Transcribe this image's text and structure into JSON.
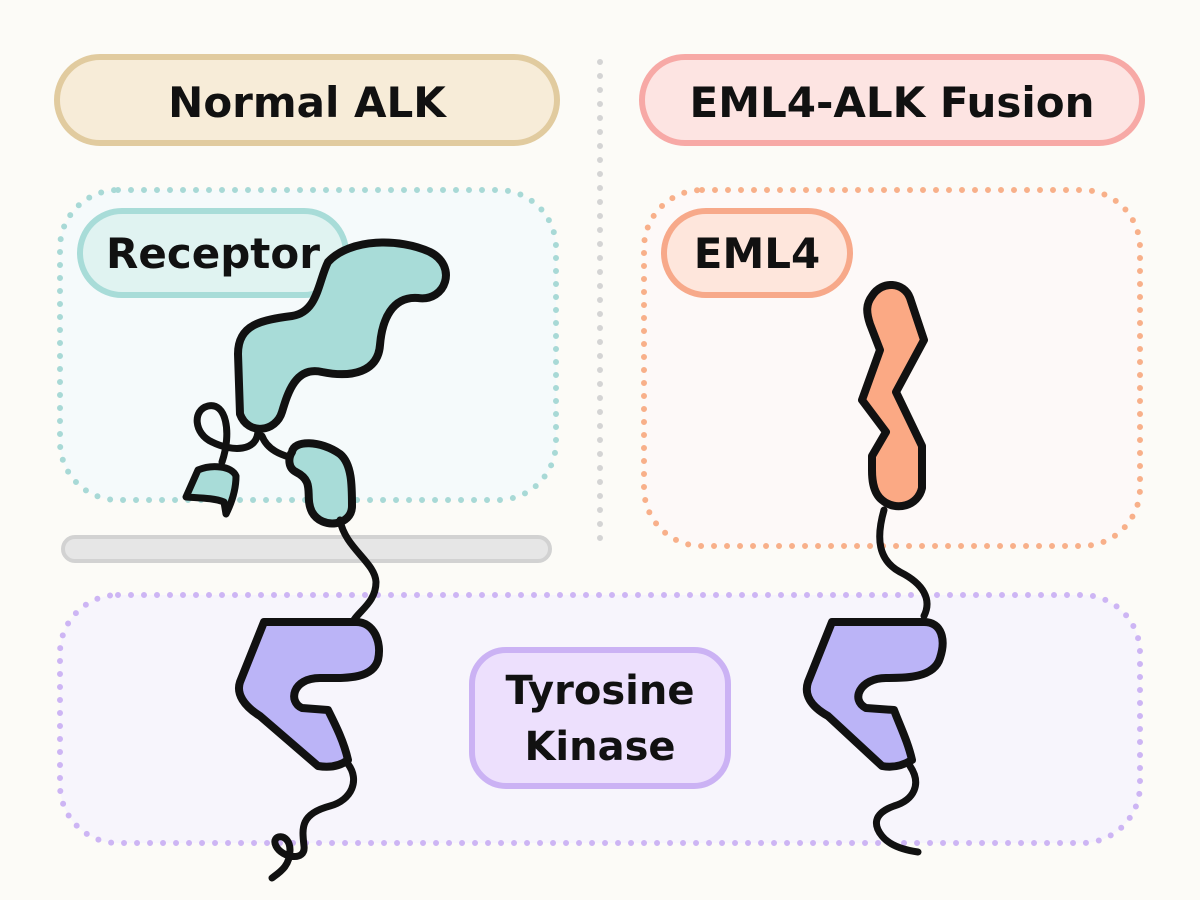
{
  "titles": {
    "normal": "Normal ALK",
    "fusion": "EML4-ALK Fusion"
  },
  "labels": {
    "receptor": "Receptor",
    "eml4": "EML4",
    "kinase_line1": "Tyrosine",
    "kinase_line2": "Kinase"
  },
  "colors": {
    "background": "#fcfbf7",
    "normal_title_fill": "#f7ecd8",
    "normal_title_stroke": "#e1cb9f",
    "fusion_title_fill": "#fde4e2",
    "fusion_title_stroke": "#f7a9a6",
    "receptor_box_fill": "#f5fafb",
    "receptor_box_dots": "#a8d9d6",
    "receptor_label_fill": "#e0f3f1",
    "receptor_label_stroke": "#a8dcd8",
    "receptor_protein": "#a8dcd8",
    "eml4_box_fill": "#fdf9f8",
    "eml4_box_dots": "#f8b08a",
    "eml4_label_fill": "#fee6dc",
    "eml4_label_stroke": "#f7a98a",
    "eml4_protein": "#fba984",
    "kinase_box_fill": "#f7f5fc",
    "kinase_box_dots": "#cdb5f4",
    "kinase_label_fill": "#ede0fd",
    "kinase_label_stroke": "#cbb2f4",
    "kinase_protein": "#bbb4f7",
    "membrane": "#d9d9d9",
    "divider": "#d4d4d4",
    "outline": "#111111"
  },
  "icons": {
    "receptor": "receptor-domain-shape",
    "eml4": "eml4-zigzag-shape",
    "kinase": "kinase-c-shape"
  }
}
